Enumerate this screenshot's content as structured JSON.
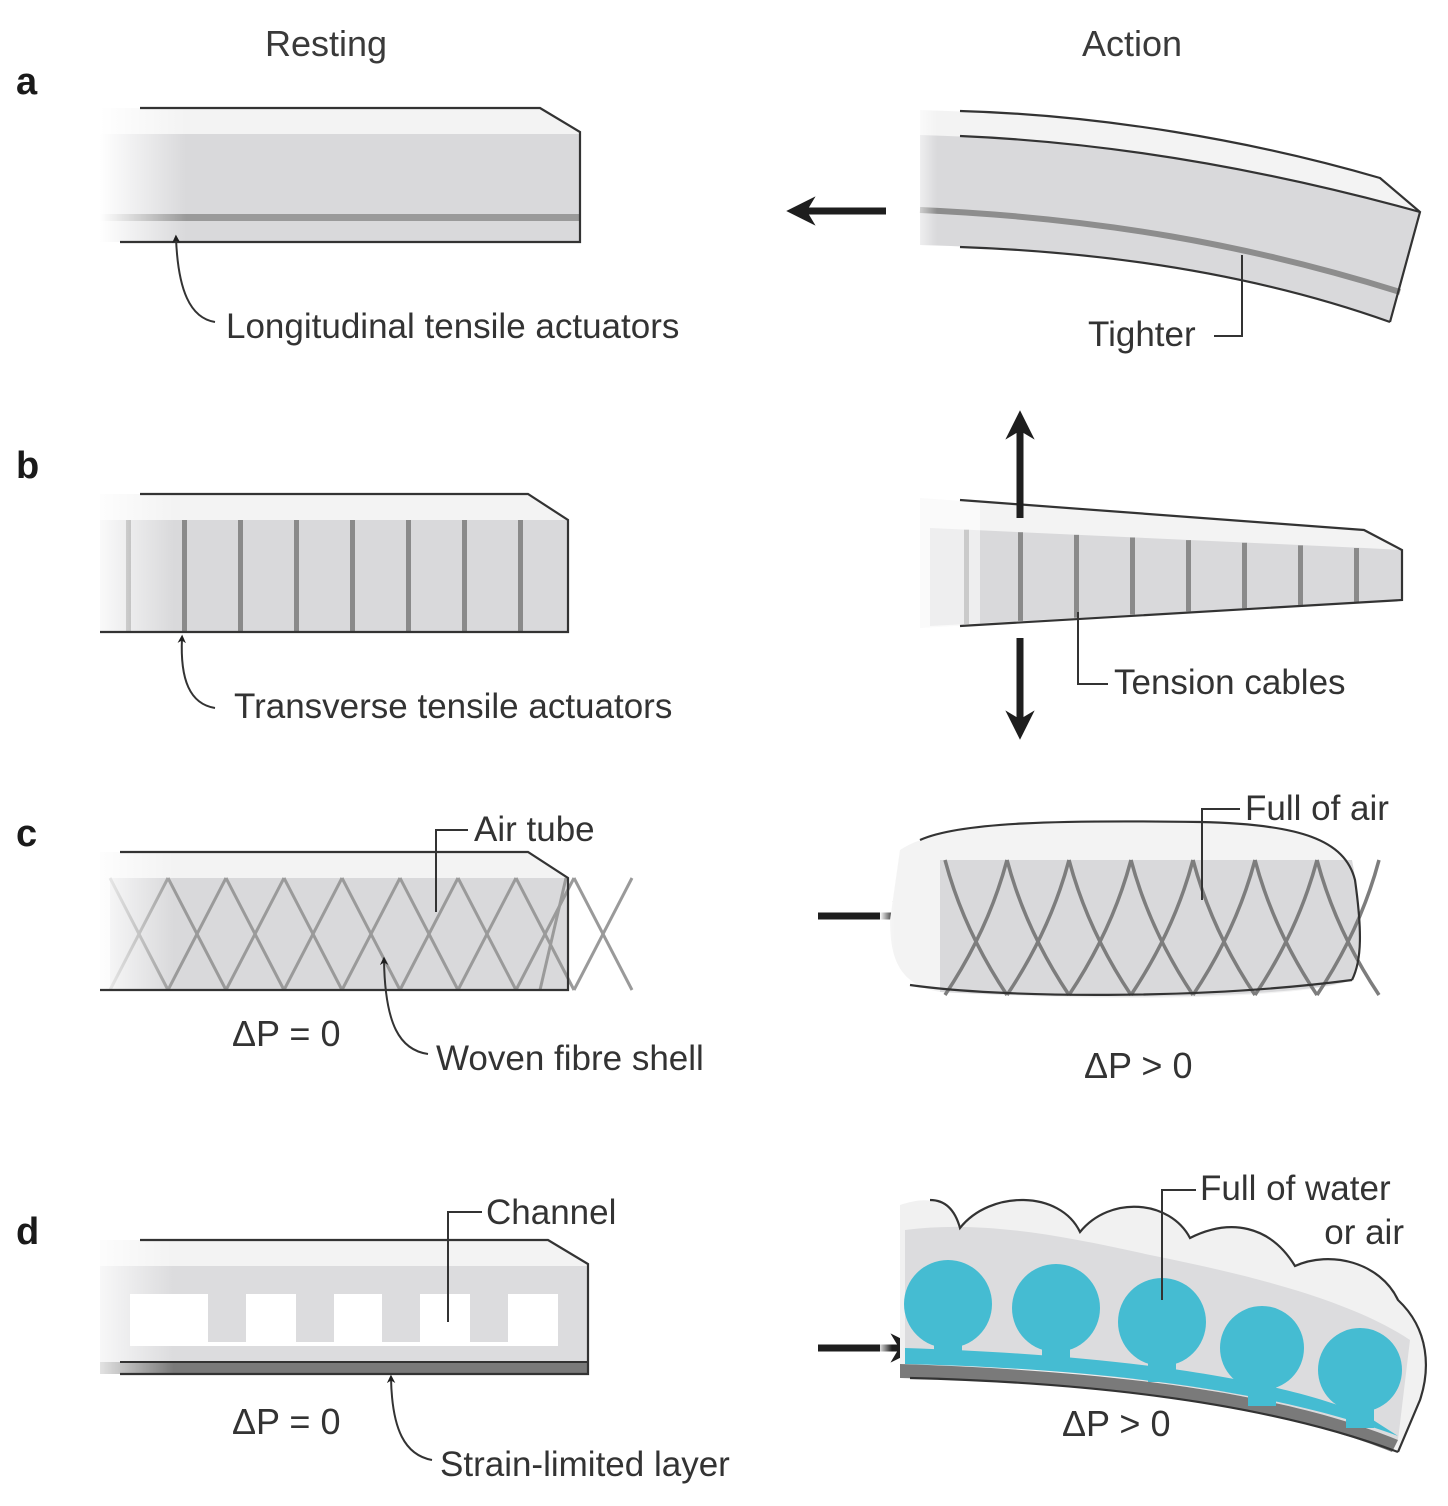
{
  "figure": {
    "columns": {
      "resting": "Resting",
      "action": "Action"
    },
    "colors": {
      "body_light": "#f4f4f4",
      "body_mid": "#d9d9db",
      "cable": "#8a8a8a",
      "water": "#45bcd2",
      "strain_layer": "#7a7a7a",
      "ink": "#222222"
    },
    "panels": [
      {
        "id": "a",
        "letter": "a",
        "resting_label": "Longitudinal tensile actuators",
        "action_label": "Tighter",
        "arrow_direction": "left"
      },
      {
        "id": "b",
        "letter": "b",
        "resting_label": "Transverse tensile actuators",
        "action_label": "Tension cables",
        "arrow_direction": "up-down"
      },
      {
        "id": "c",
        "letter": "c",
        "resting_callout": "Air tube",
        "resting_label": "Woven fibre shell",
        "resting_pressure": {
          "symbol": "ΔP",
          "relation": " = 0"
        },
        "action_label": "Full of air",
        "action_pressure": {
          "symbol": "ΔP",
          "relation": " > 0"
        },
        "arrow_direction": "right"
      },
      {
        "id": "d",
        "letter": "d",
        "resting_callout": "Channel",
        "resting_label": "Strain-limited layer",
        "resting_pressure": {
          "symbol": "ΔP",
          "relation": " = 0"
        },
        "action_label_line1": "Full of water",
        "action_label_line2": "or air",
        "action_pressure": {
          "symbol": "ΔP",
          "relation": " > 0"
        },
        "arrow_direction": "right"
      }
    ]
  }
}
